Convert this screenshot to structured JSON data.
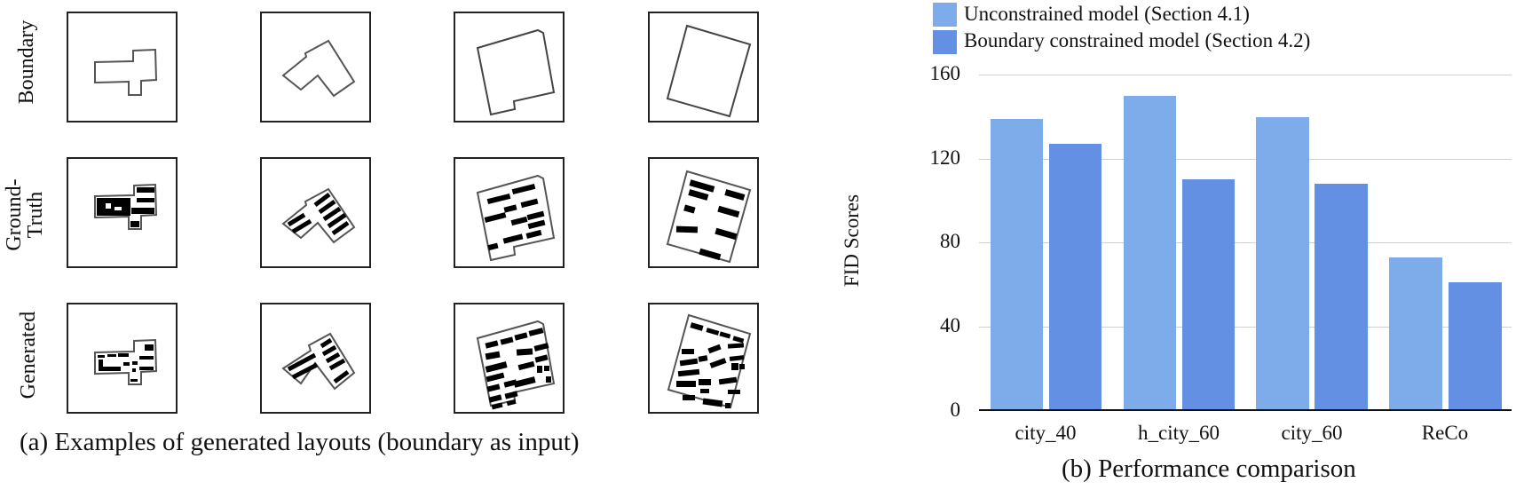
{
  "panel_a": {
    "caption": "(a) Examples of generated layouts (boundary as input)",
    "row_labels": [
      "Boundary",
      "Ground-",
      "Truth",
      "Generated"
    ],
    "rows": [
      "boundary",
      "ground-truth",
      "generated"
    ],
    "columns": 4
  },
  "panel_b": {
    "caption": "(b) Performance comparison"
  },
  "chart_data": {
    "type": "bar",
    "title": "",
    "xlabel": "",
    "ylabel": "FID Scores",
    "categories": [
      "city_40",
      "h_city_60",
      "city_60",
      "ReCo"
    ],
    "series": [
      {
        "name": "Unconstrained model (Section 4.1)",
        "color": "#7eabea",
        "values": [
          139,
          150,
          140,
          73
        ]
      },
      {
        "name": "Boundary constrained model (Section 4.2)",
        "color": "#6490e3",
        "values": [
          127,
          110,
          108,
          61
        ]
      }
    ],
    "yticks": [
      "0",
      "40",
      "80",
      "120",
      "160"
    ],
    "ylim": [
      0,
      160
    ],
    "grid": true,
    "legend_position": "top"
  }
}
